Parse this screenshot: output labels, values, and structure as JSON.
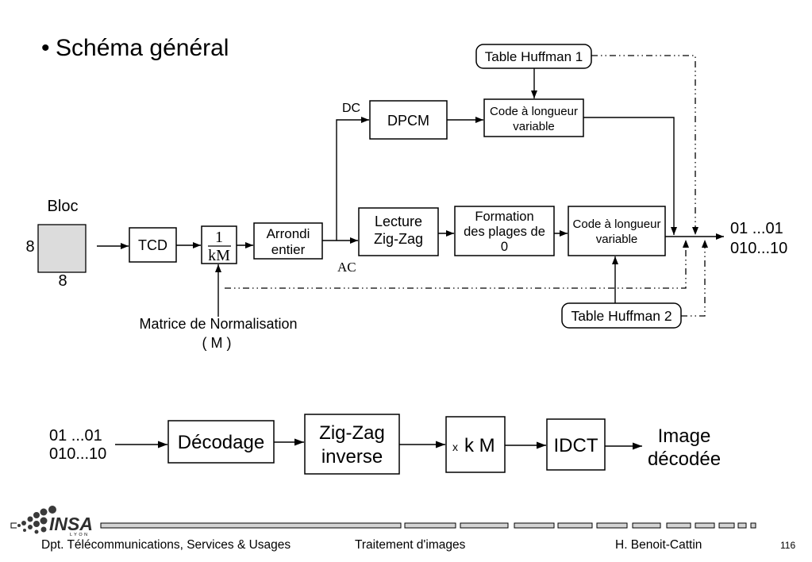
{
  "slide": {
    "title_bullet": "•",
    "title": "Schéma général",
    "page_number": "116"
  },
  "encoder": {
    "block_label": "Bloc",
    "block_size_left": "8",
    "block_size_bottom": "8",
    "tcd": "TCD",
    "quant_numerator": "1",
    "quant_denominator": "kM",
    "rounding_line1": "Arrondi",
    "rounding_line2": "entier",
    "dc_label": "DC",
    "ac_label": "AC",
    "dpcm": "DPCM",
    "vlc_dc_line1": "Code à longueur",
    "vlc_dc_line2": "variable",
    "zigzag_line1": "Lecture",
    "zigzag_line2": "Zig-Zag",
    "runs_line1": "Formation",
    "runs_line2": "des plages de",
    "runs_line3": "0",
    "vlc_ac_line1": "Code à longueur",
    "vlc_ac_line2": "variable",
    "huffman_table_1": "Table Huffman 1",
    "huffman_table_2": "Table Huffman 2",
    "normalisation_line1": "Matrice de Normalisation",
    "normalisation_line2": "( M )",
    "output_line1": "01 ...01",
    "output_line2": "010...10"
  },
  "decoder": {
    "input_line1": "01 ...01",
    "input_line2": "010...10",
    "decoding": "Décodage",
    "inverse_zigzag_line1": "Zig-Zag",
    "inverse_zigzag_line2": "inverse",
    "multiply_sign": "x",
    "multiply_factor": "k M",
    "idct": "IDCT",
    "output_line1": "Image",
    "output_line2": "décodée"
  },
  "footer": {
    "department": "Dpt. Télécommunications, Services & Usages",
    "course": "Traitement d'images",
    "author": "H. Benoit-Cattin"
  },
  "logo": {
    "text": "INSA",
    "subtext": "LYON"
  },
  "colors": {
    "block_fill": "#dcdcdc",
    "footer_bar_fill": "#d4d4d4",
    "logo": "#2e2e2e"
  }
}
